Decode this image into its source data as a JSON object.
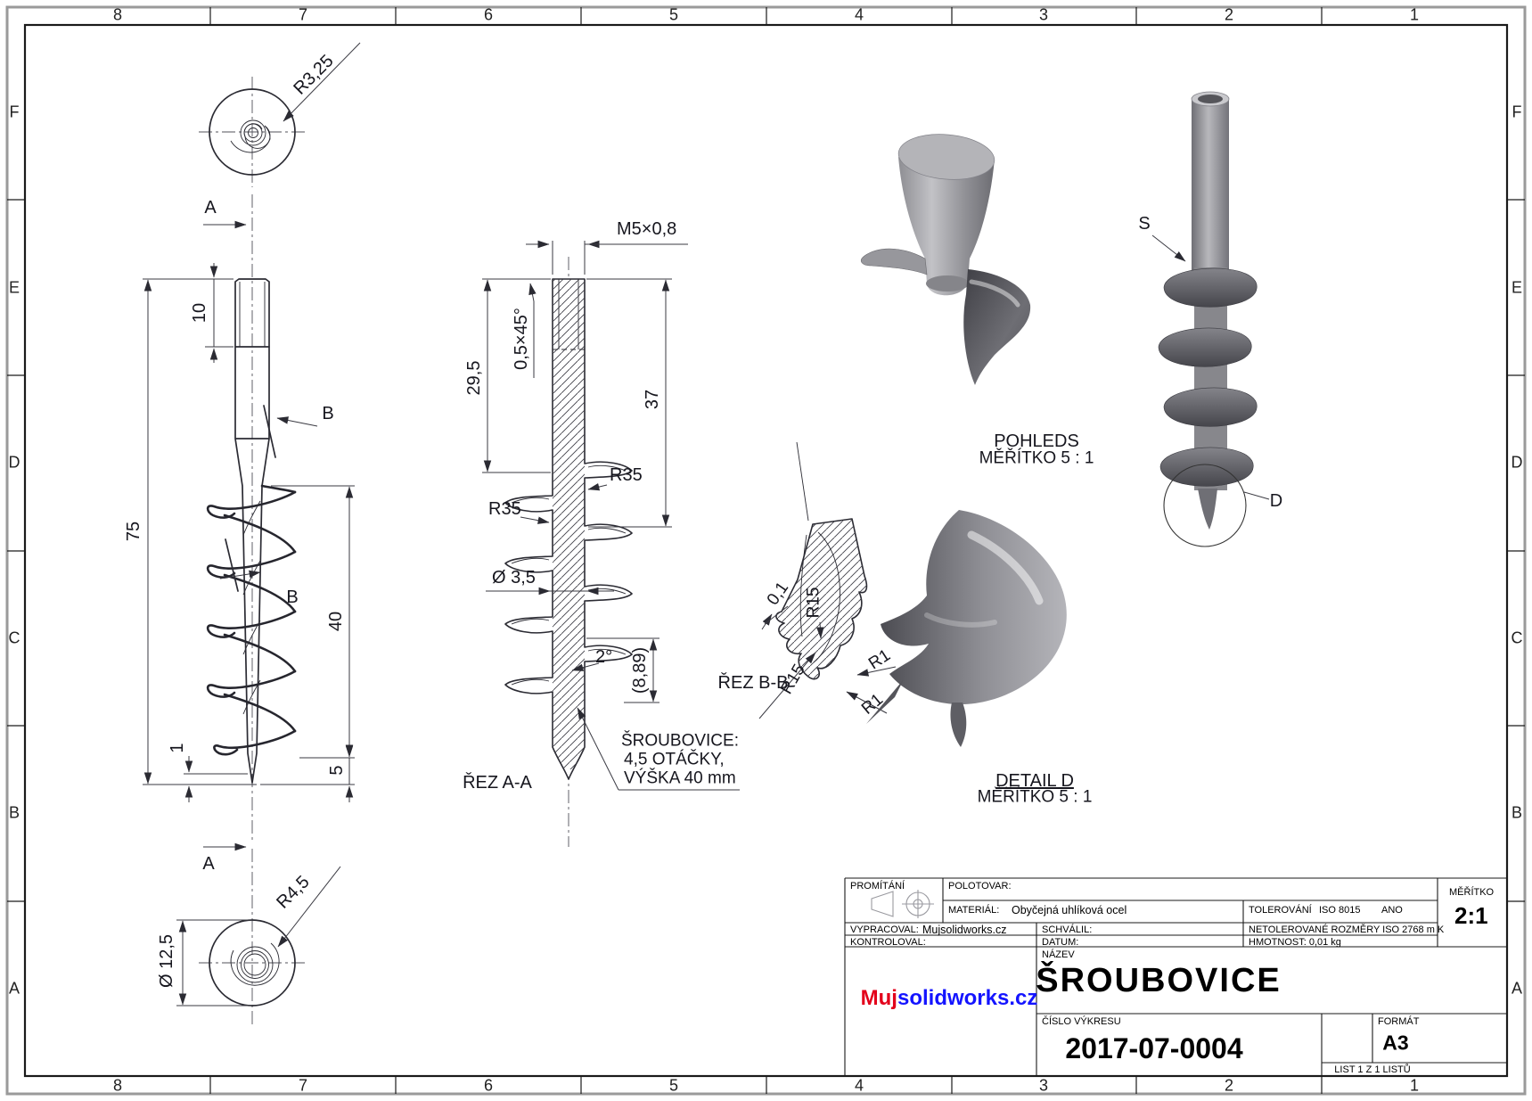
{
  "colors": {
    "line": "#2b2b33",
    "dim_text": "#16161e",
    "logo_red": "#e3001b",
    "logo_blue": "#1414ff",
    "frame": "#1a1a1a",
    "outer_frame": "#9a9a9a"
  },
  "sheet": {
    "zone_numbers": [
      "8",
      "7",
      "6",
      "5",
      "4",
      "3",
      "2",
      "1"
    ],
    "zone_letters": [
      "F",
      "E",
      "D",
      "C",
      "B",
      "A"
    ]
  },
  "views": {
    "top_view": {
      "radius": "R3,25",
      "section_label_top": "A"
    },
    "front_view": {
      "dim_thread_len": "10",
      "dim_total": "75",
      "dim_helix": "40",
      "dim_tip_offset": "5",
      "dim_tip": "1",
      "section_label_bottom": "A",
      "section_b_upper": "B",
      "section_b_lower": "B"
    },
    "bottom_view": {
      "diameter": "Ø 12,5",
      "radius": "R4,5"
    },
    "section_aa": {
      "title": "ŘEZ A-A",
      "thread": "M5×0,8",
      "chamfer": "0,5×45°",
      "len_29_5": "29,5",
      "len_37": "37",
      "r35_right": "R35",
      "r35_left": "R35",
      "core_dia": "Ø 3,5",
      "angle": "2°",
      "pitch": "(8,89)",
      "note_l1": "ŠROUBOVICE:",
      "note_l2": "4,5 OTÁČKY,",
      "note_l3": "VÝŠKA 40 mm"
    },
    "section_bb": {
      "title": "ŘEZ B-B",
      "gap": "0,1",
      "r15_a": "R15",
      "r15_b": "R15",
      "r1_a": "R1",
      "r1_b": "R1"
    },
    "pohled_s": {
      "title": "POHLEDS",
      "scale": "MĚŘÍTKO 5 : 1"
    },
    "detail_d": {
      "title": "DETAIL D",
      "scale": "MĚŘÍTKO 5 : 1"
    },
    "iso_view": {
      "view_arrow": "S",
      "detail_label": "D"
    }
  },
  "title_block": {
    "promitani_label": "PROMÍTÁNÍ",
    "polotovar_label": "POLOTOVAR:",
    "material_label": "MATERIÁL:",
    "material_value": "Obyčejná uhlíková ocel",
    "tolerovani_label": "TOLEROVÁNÍ",
    "tolerovani_std": "ISO 8015",
    "tolerovani_flag": "ANO",
    "meritko_label": "MĚŘÍTKO",
    "meritko_value": "2:1",
    "vypracoval_label": "VYPRACOVAL:",
    "vypracoval_value": "Mujsolidworks.cz",
    "schvalil_label": "SCHVÁLIL:",
    "netolerovane": "NETOLEROVANÉ ROZMĚRY ISO 2768 m K",
    "kontroloval_label": "KONTROLOVAL:",
    "datum_label": "DATUM:",
    "hmotnost": "HMOTNOST: 0,01 kg",
    "nazev_label": "NÁZEV",
    "nazev_value": "ŠROUBOVICE",
    "cislo_label": "ČÍSLO VÝKRESU",
    "cislo_value": "2017-07-0004",
    "format_label": "FORMÁT",
    "format_value": "A3",
    "list_label": "LIST  1  Z  1  LISTŮ"
  },
  "logo": {
    "part1": "Muj",
    "part2": "solidworks.cz"
  }
}
